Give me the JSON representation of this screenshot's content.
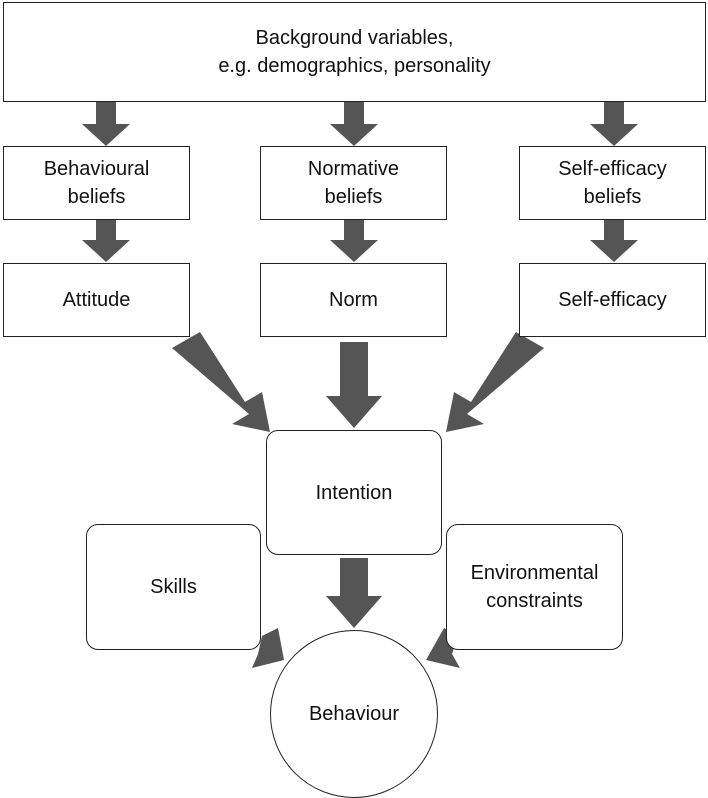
{
  "diagram": {
    "background": "Background variables,\ne.g. demographics, personality",
    "beliefs": {
      "behavioural": "Behavioural\nbeliefs",
      "normative": "Normative\nbeliefs",
      "self_efficacy": "Self-efficacy\nbeliefs"
    },
    "constructs": {
      "attitude": "Attitude",
      "norm": "Norm",
      "self_efficacy": "Self-efficacy"
    },
    "intention": "Intention",
    "skills": "Skills",
    "environmental_constraints": "Environmental\nconstraints",
    "behaviour": "Behaviour"
  },
  "colors": {
    "arrow": "#555555",
    "border": "#222222"
  }
}
